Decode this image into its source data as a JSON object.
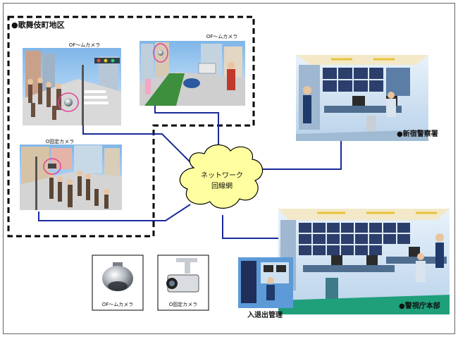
{
  "area": {
    "label": "●歌舞伎町地区"
  },
  "network": {
    "line1": "ネットワーク",
    "line2": "回線網"
  },
  "scenes": {
    "dome_street": {
      "label": "OF～ムカメラ"
    },
    "dome_crossing": {
      "label": "OF～ムカメラ"
    },
    "fixed_street": {
      "label": "O固定カメラ"
    }
  },
  "sites": {
    "shinjuku": {
      "label": "●新宿警察署"
    },
    "hq": {
      "label": "●警視庁本部"
    },
    "access": {
      "label": "入退出管理"
    }
  },
  "legend": {
    "dome": {
      "label": "OF～ムカメラ"
    },
    "fixed": {
      "label": "O固定カメラ"
    }
  },
  "colors": {
    "link": "#1a2a9a",
    "cloud_fill": "#ffffa0",
    "cloud_stroke": "#000000",
    "area_border": "#000000"
  }
}
